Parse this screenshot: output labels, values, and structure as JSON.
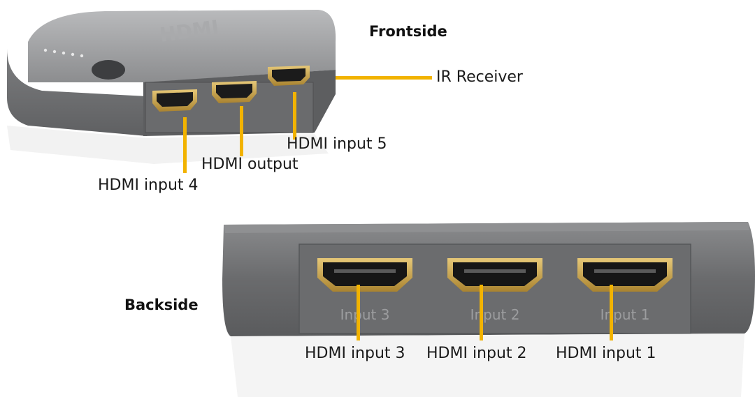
{
  "headings": {
    "front": "Frontside",
    "back": "Backside"
  },
  "front_labels": {
    "ir_receiver": "IR Receiver",
    "hdmi_input_5": "HDMI input 5",
    "hdmi_output": "HDMI output",
    "hdmi_input_4": "HDMI input 4"
  },
  "back_labels": {
    "hdmi_input_3": "HDMI input 3",
    "hdmi_input_2": "HDMI input 2",
    "hdmi_input_1": "HDMI input 1"
  },
  "device_print": {
    "logo": "HDMI",
    "port_3": "Input 3",
    "port_2": "Input 2",
    "port_1": "Input 1"
  },
  "colors": {
    "leader": "#f2b300",
    "body": "#6e6f71",
    "gold": "#c8a24a"
  }
}
